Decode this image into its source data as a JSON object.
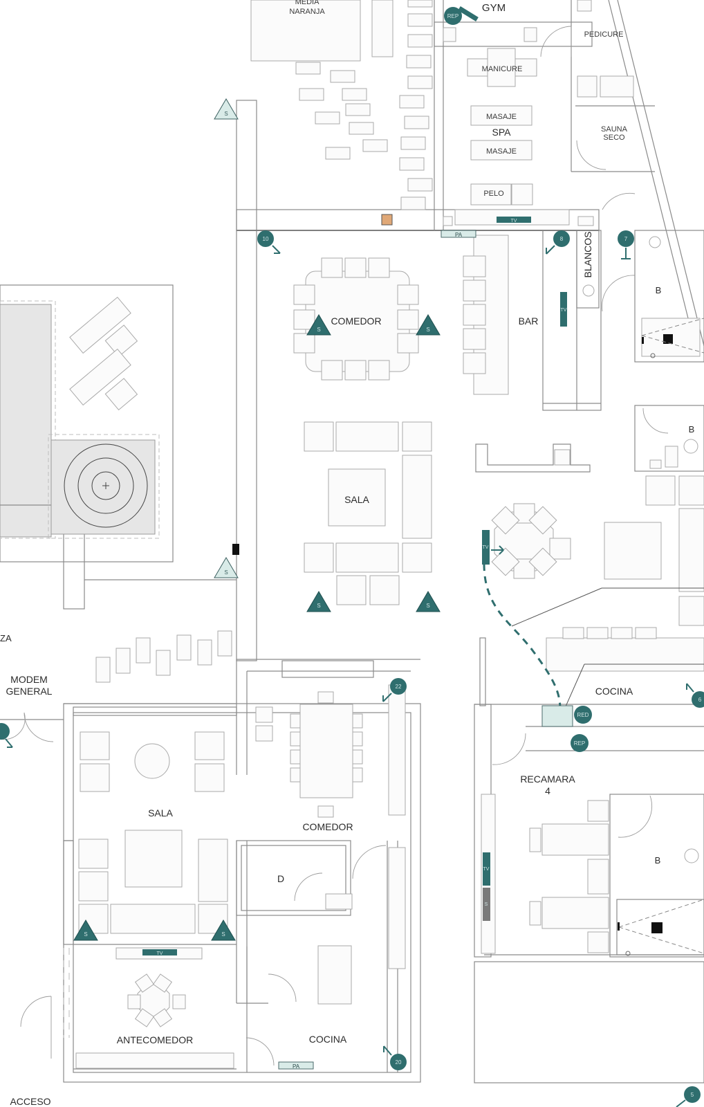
{
  "rooms": {
    "media_naranja": [
      "MEDIA",
      "NARANJA"
    ],
    "gym": "GYM",
    "pedicure": "PEDICURE",
    "manicure": "MANICURE",
    "masaje_1": "MASAJE",
    "spa": "SPA",
    "masaje_2": "MASAJE",
    "sauna_seco": [
      "SAUNA",
      "SECO"
    ],
    "pelo": "PELO",
    "comedor_main": "COMEDOR",
    "bar": "BAR",
    "blancos": "BLANCOS",
    "bath_1": "B",
    "bath_2": "B",
    "bath_3": "B",
    "sala_main": "SALA",
    "cocina_main": "COCINA",
    "recamara": [
      "RECAMARA",
      "4"
    ],
    "plaza_partial": "ZA",
    "modem": [
      "MODEM",
      "GENERAL"
    ],
    "sala_2": "SALA",
    "comedor_2": "COMEDOR",
    "despensa": "D",
    "antecomedor": "ANTECOMEDOR",
    "cocina_2": "COCINA",
    "acceso": "ACCESO"
  },
  "symbols": {
    "speaker": "S",
    "tv": "TV",
    "pa": "PA",
    "rep": "REP",
    "red": "RED"
  },
  "cameras": {
    "c10": "10",
    "c8": "8",
    "c7": "7",
    "c22": "22",
    "c20": "20",
    "c6": "6",
    "c5": "5"
  },
  "colors": {
    "accent": "#2f6e6e",
    "accent_light": "#d9ebe8",
    "marker_orange": "#e0a877",
    "wall": "#8a8a8a"
  }
}
